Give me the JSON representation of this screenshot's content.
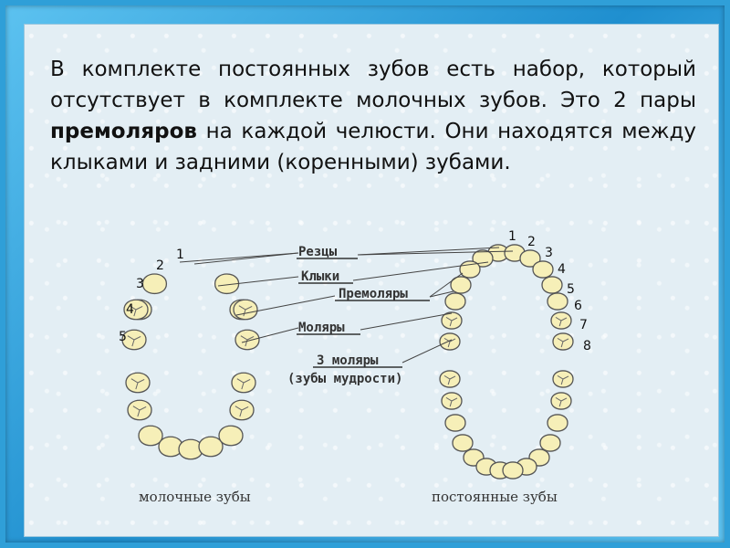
{
  "paragraph": {
    "before": "В комплекте постоянных зубов  есть набор, который отсутствует в комплекте молочных зубов. Это 2 пары ",
    "bold": "премоляров",
    "after": " на каждой челюсти. Они находятся между клыками и задними (коренными) зубами."
  },
  "labels": {
    "incisors": "Резцы",
    "canines": "Клыки",
    "premolars": "Премоляры",
    "molars": "Моляры",
    "third_molars": "3 моляры",
    "wisdom": "(зубы мудрости)"
  },
  "milk_numbers": [
    "1",
    "2",
    "3",
    "4",
    "5"
  ],
  "perm_numbers": [
    "1",
    "2",
    "3",
    "4",
    "5",
    "6",
    "7",
    "8"
  ],
  "captions": {
    "milk": "молочные зубы",
    "permanent": "постоянные зубы"
  },
  "colors": {
    "tooth_fill": "#f6efb8",
    "tooth_stroke": "#555555",
    "accent_frame": "#2f9fd8"
  }
}
